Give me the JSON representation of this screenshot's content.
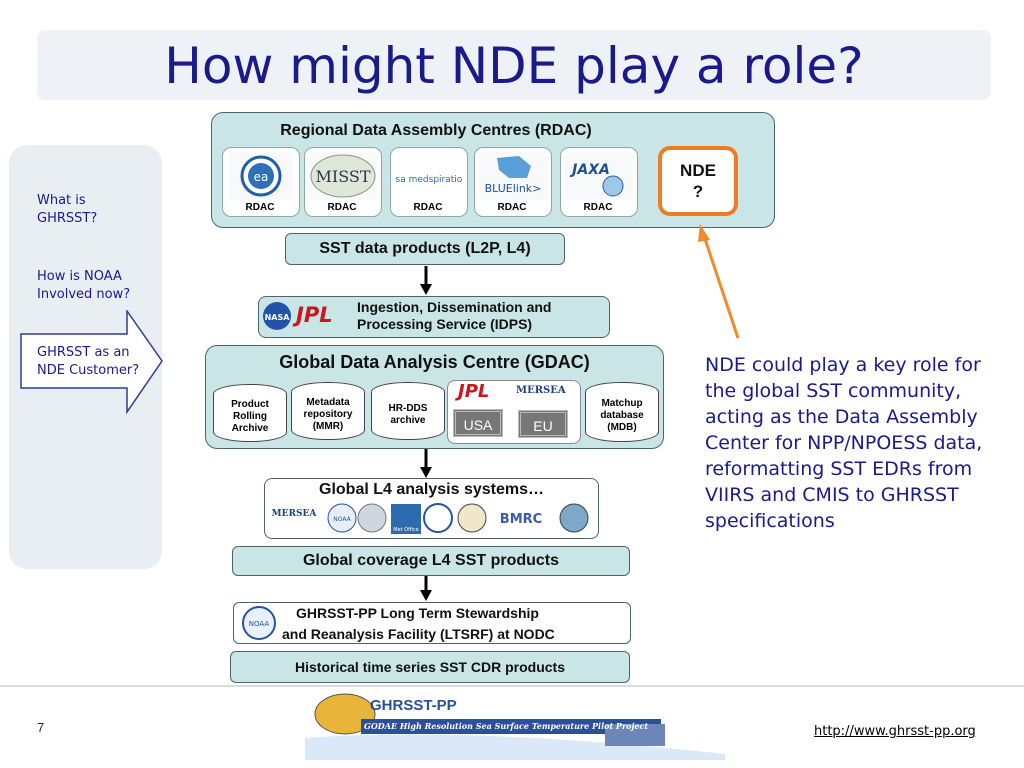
{
  "title": "How might NDE play a role?",
  "sidebar": {
    "items": [
      {
        "label": "What is\nGHRSST?"
      },
      {
        "label": "How is NOAA\nInvolved now?"
      },
      {
        "label": "GHRSST as an\nNDE Customer?"
      }
    ]
  },
  "rdac": {
    "title": "Regional Data Assembly Centres (RDAC)",
    "labels": [
      "RDAC",
      "RDAC",
      "RDAC",
      "RDAC",
      "RDAC"
    ],
    "logos": [
      "ea",
      "MISST",
      "esa medspiration",
      "BLUElink>",
      "JAXA"
    ],
    "nde": "NDE\n?"
  },
  "flow": {
    "sst_products": "SST data products (L2P, L4)",
    "idps": "Ingestion, Dissemination and\nProcessing Service (IDPS)",
    "idps_logo_nasa": "NASA",
    "idps_logo_jpl": "JPL"
  },
  "gdac": {
    "title": "Global Data Analysis Centre (GDAC)",
    "archives": [
      "Product\nRolling\nArchive",
      "Metadata\nrepository\n(MMR)",
      "HR-DDS\narchive",
      "Matchup\ndatabase\n(MDB)"
    ],
    "jpl": "JPL",
    "mersea": "MERSEA",
    "usa": "USA",
    "eu": "EU"
  },
  "l4": {
    "title": "Global L4 analysis systems…",
    "logos": [
      "MERSEA",
      "NOAA",
      "",
      "Met Office",
      "",
      "",
      "BMRC",
      ""
    ],
    "coverage": "Global coverage L4 SST products"
  },
  "ltsrf": {
    "line1": "GHRSST-PP Long Term Stewardship",
    "line2": "and Reanalysis Facility (LTSRF) at NODC",
    "logo": "NOAA",
    "historical": "Historical time series SST CDR products"
  },
  "callout": "NDE could play a key role for the global SST community, acting as the Data Assembly Center for NPP/NPOESS data, reformatting SST EDRs from VIIRS and CMIS to GHRSST specifications",
  "footer": {
    "page_number": "7",
    "logo_title": "GHRSST-PP",
    "logo_subtitle": "GODAE High Resolution Sea Surface Temperature Pilot Project",
    "url": "http://www.ghrsst-pp.org"
  },
  "colors": {
    "title": "#1a1a8c",
    "panel": "#c9e5e6",
    "arrow_orange": "#f08a2c",
    "nde_border": "#f07b22"
  }
}
